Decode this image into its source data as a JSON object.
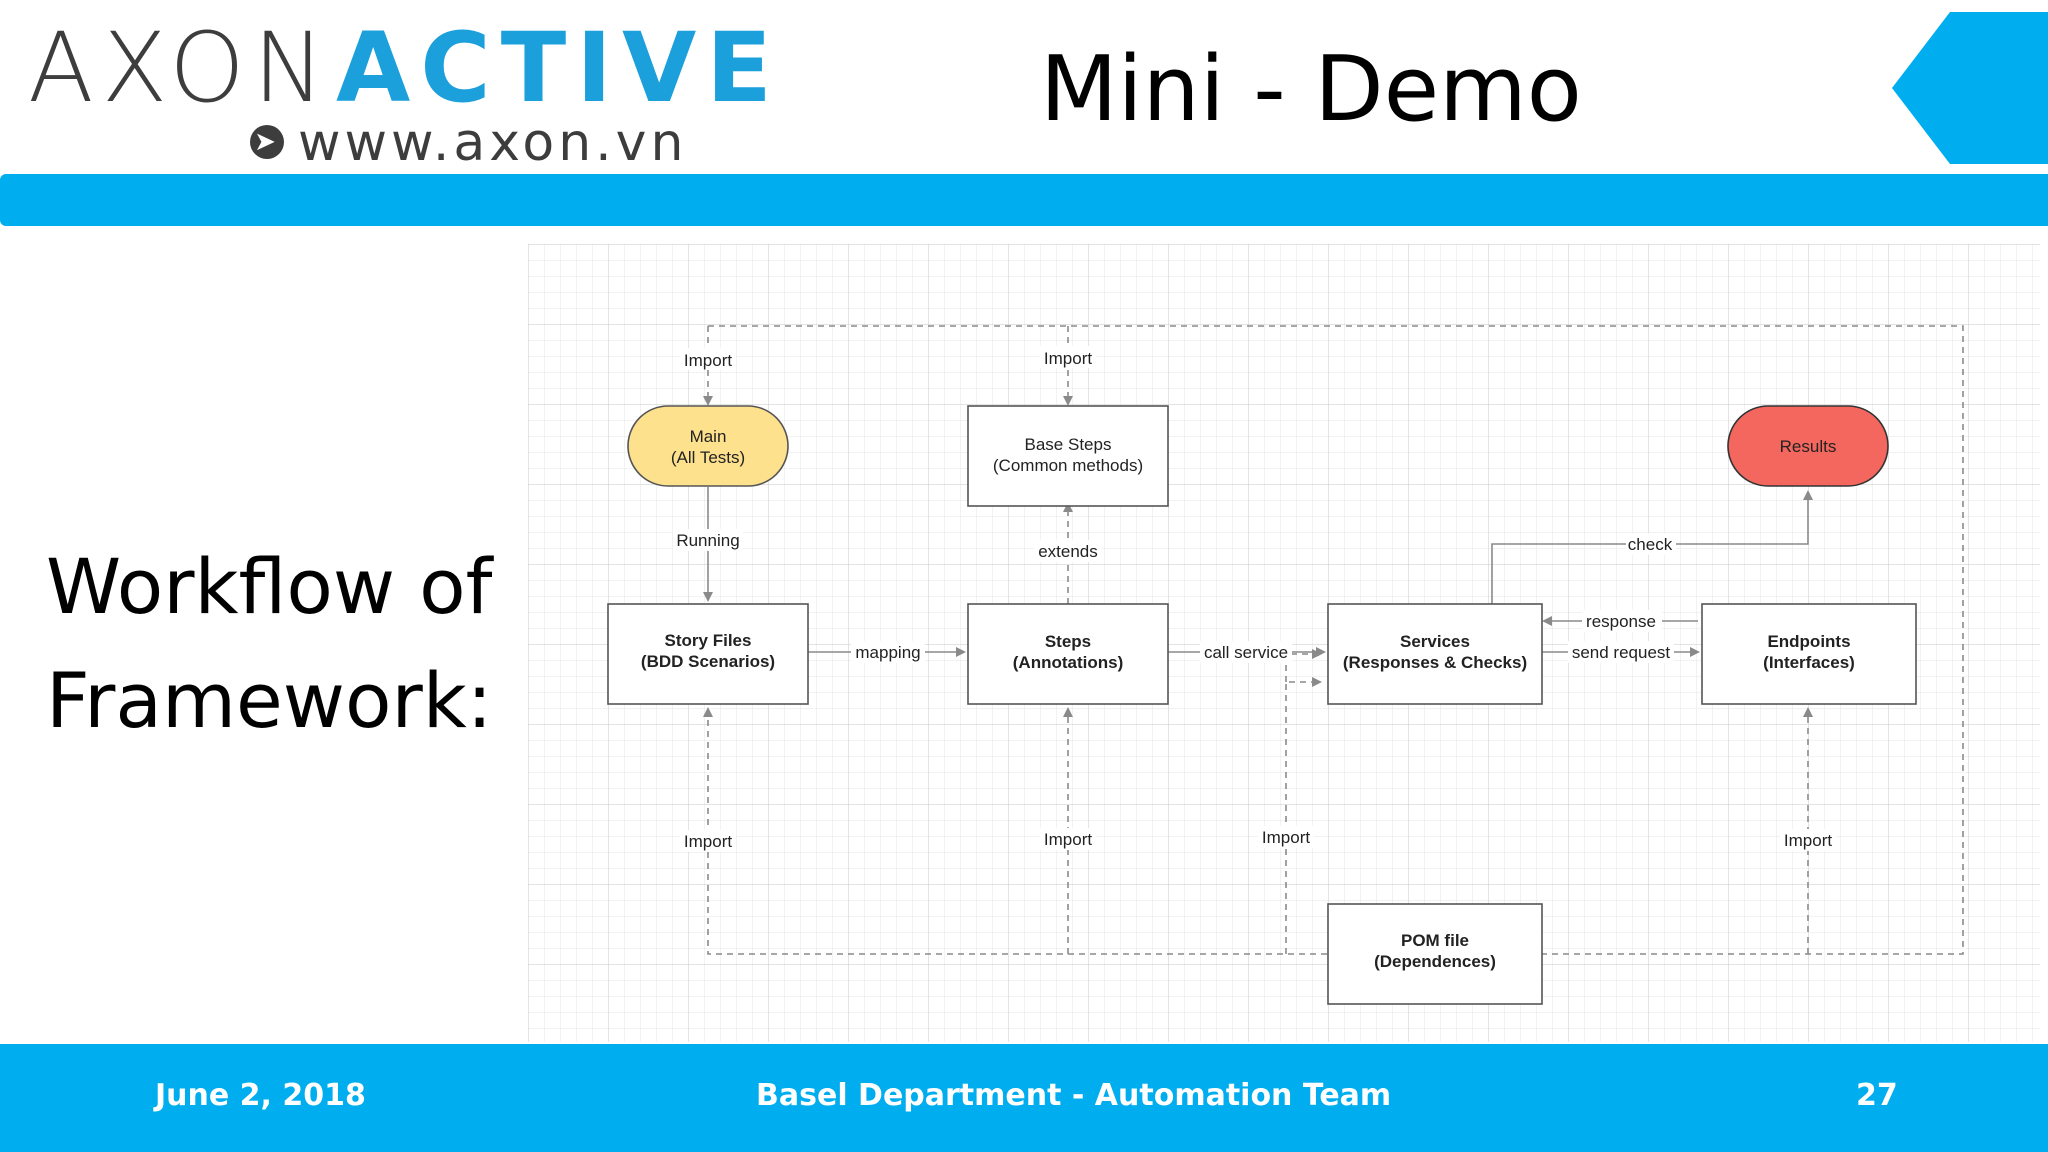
{
  "header": {
    "logo_word1": "AXON",
    "logo_word2": "ACTIVE",
    "logo_url": "www.axon.vn",
    "title": "Mini - Demo"
  },
  "side_title": {
    "line1": "Workflow of",
    "line2": "Framework:"
  },
  "diagram": {
    "nodes": {
      "main": [
        "Main",
        "(All Tests)"
      ],
      "base_steps": [
        "Base Steps",
        "(Common methods)"
      ],
      "results": [
        "Results"
      ],
      "story_files": [
        "Story Files",
        "(BDD Scenarios)"
      ],
      "steps": [
        "Steps",
        "(Annotations)"
      ],
      "services": [
        "Services",
        "(Responses & Checks)"
      ],
      "endpoints": [
        "Endpoints",
        "(Interfaces)"
      ],
      "pom": [
        "POM file",
        "(Dependences)"
      ]
    },
    "edge_labels": {
      "import_main": "Import",
      "import_base": "Import",
      "running": "Running",
      "extends": "extends",
      "check": "check",
      "response": "response",
      "send_request": "send request",
      "mapping": "mapping",
      "call_service": "call service",
      "import_story": "Import",
      "import_steps": "Import",
      "import_services": "Import",
      "import_endpoints": "Import"
    },
    "colors": {
      "main_fill": "#fde18d",
      "results_fill": "#f4675f",
      "grid": "#e3e3e3",
      "edge": "#8a8a8a"
    }
  },
  "footer": {
    "date": "June 2, 2018",
    "team": "Basel Department - Automation Team",
    "page": "27"
  },
  "theme": {
    "accent": "#00aeef"
  }
}
